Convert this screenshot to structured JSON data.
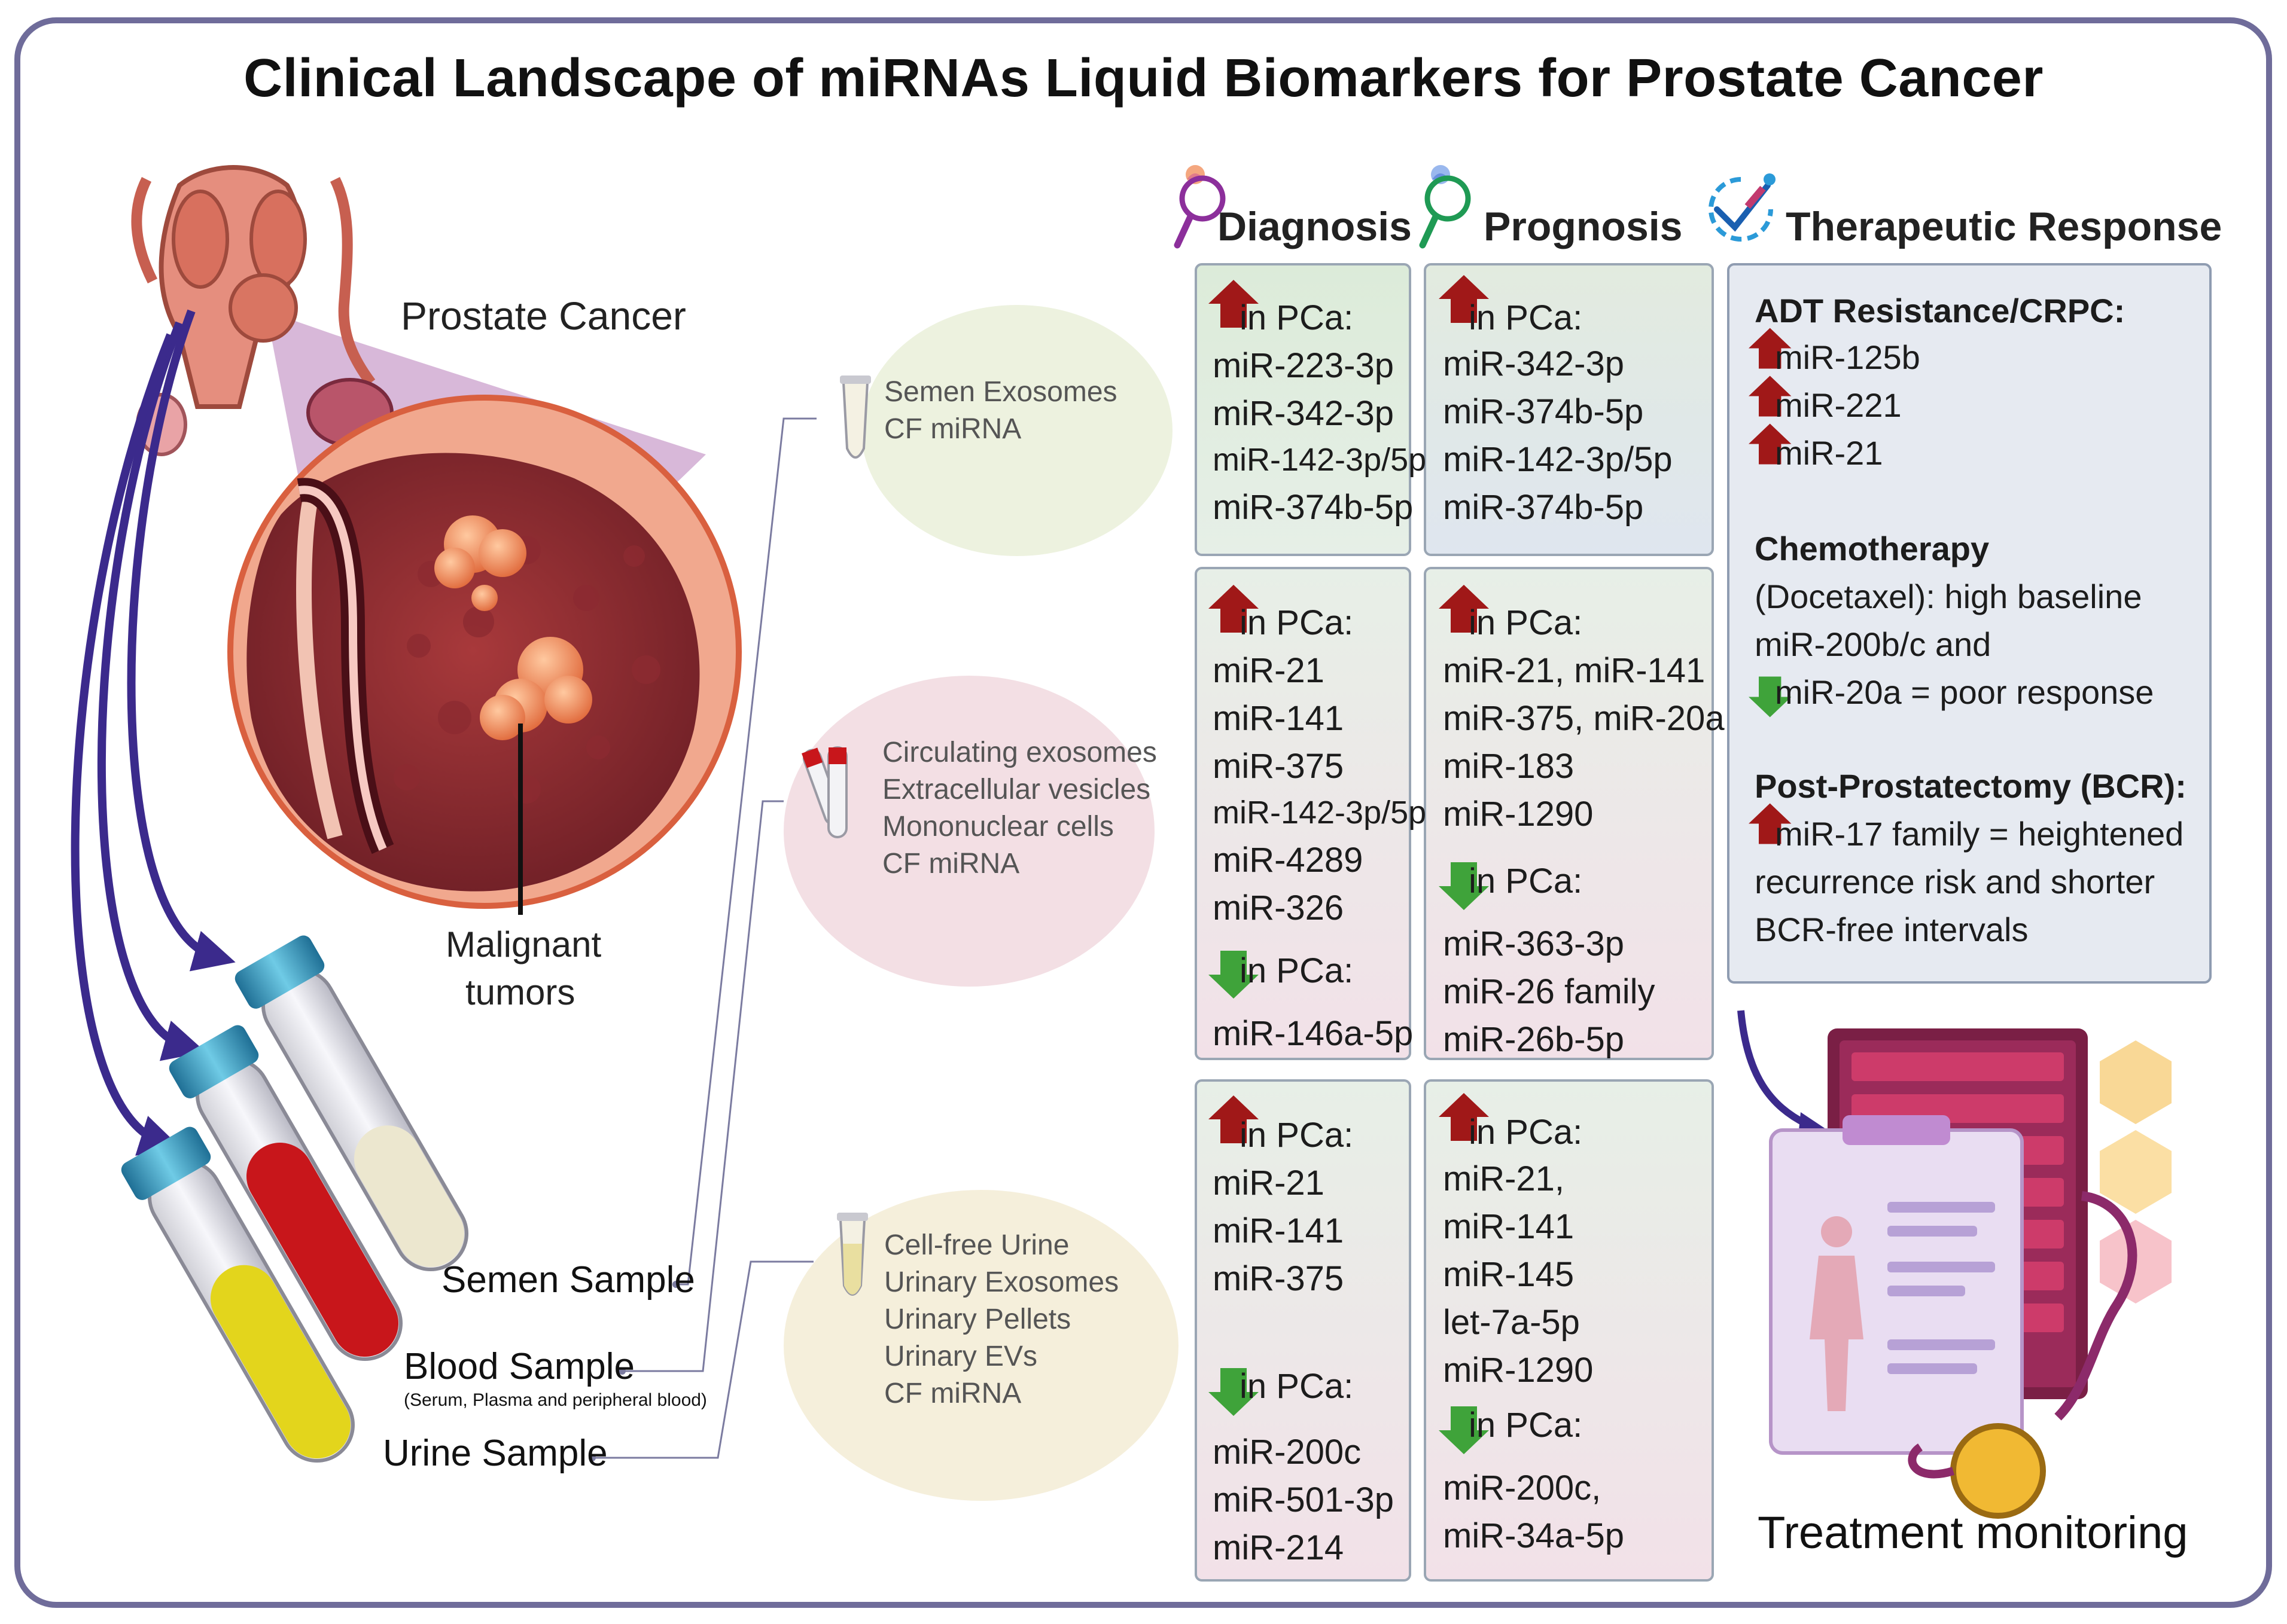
{
  "title": "Clinical Landscape of miRNAs Liquid Biomarkers for Prostate Cancer",
  "anatomy": {
    "prostate_label": "Prostate Cancer",
    "tumor_label_line1": "Malignant",
    "tumor_label_line2": "tumors"
  },
  "samples": {
    "semen": "Semen Sample",
    "blood": "Blood Sample",
    "blood_sub": "(Serum, Plasma and peripheral blood)",
    "urine": "Urine Sample"
  },
  "sources": {
    "semen": [
      "Semen Exosomes",
      "CF miRNA"
    ],
    "blood": [
      "Circulating exosomes",
      "Extracellular vesicles",
      "Mononuclear cells",
      "CF miRNA"
    ],
    "urine": [
      "Cell-free Urine",
      "Urinary Exosomes",
      "Urinary Pellets",
      "Urinary EVs",
      "CF miRNA"
    ]
  },
  "columns": {
    "diagnosis": "Diagnosis",
    "prognosis": "Prognosis",
    "therapeutic": "Therapeutic Response"
  },
  "in_pca": "in PCa:",
  "diagnosis": {
    "semen_up": [
      "miR-223-3p",
      "miR-342-3p",
      "miR-142-3p/5p",
      "miR-374b-5p"
    ],
    "blood_up": [
      "miR-21",
      "miR-141",
      "miR-375",
      "miR-142-3p/5p",
      "miR-4289",
      "miR-326"
    ],
    "blood_down": [
      "miR-146a-5p"
    ],
    "urine_up": [
      "miR-21",
      "miR-141",
      "miR-375"
    ],
    "urine_down": [
      "miR-200c",
      "miR-501-3p",
      "miR-214"
    ]
  },
  "prognosis": {
    "semen_up": [
      "miR-342-3p",
      "miR-374b-5p",
      "miR-142-3p/5p",
      "miR-374b-5p"
    ],
    "blood_up": [
      "miR-21, miR-141",
      "miR-375, miR-20a",
      "miR-183",
      "miR-1290"
    ],
    "blood_down": [
      "miR-363-3p",
      "miR-26 family",
      "miR-26b-5p"
    ],
    "urine_up": [
      "miR-21,",
      "miR-141",
      "miR-145",
      "let-7a-5p",
      "miR-1290"
    ],
    "urine_down": [
      "miR-200c,",
      "miR-34a-5p"
    ]
  },
  "therapeutic": {
    "adt_heading": "ADT Resistance/CRPC:",
    "adt_items": [
      "miR-125b",
      "miR-221",
      "miR-21"
    ],
    "chemo_heading": "Chemotherapy",
    "chemo_lines": [
      "(Docetaxel): high baseline",
      "miR-200b/c and"
    ],
    "chemo_down": "miR-20a = poor response",
    "bcr_heading": "Post-Prostatectomy (BCR):",
    "bcr_up": "miR-17 family = heightened",
    "bcr_lines": [
      "recurrence risk and shorter",
      "BCR-free intervals"
    ]
  },
  "monitoring_label": "Treatment monitoring",
  "colors": {
    "frame": "#6f6c9a",
    "arrow_up": "#a01818",
    "arrow_down": "#3fa33a",
    "sample_arrow": "#3b2a8c",
    "blood": "#c8161b",
    "urine": "#e3d51c",
    "semen": "#ece7cf",
    "cap": "#3aa3c9"
  }
}
